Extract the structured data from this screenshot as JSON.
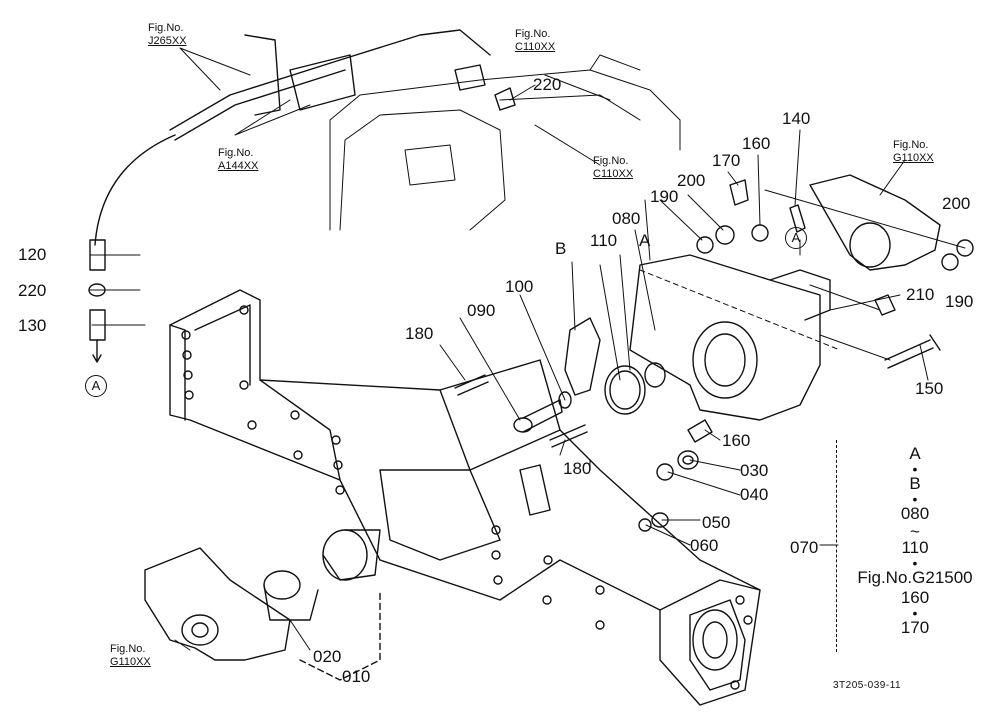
{
  "title": "",
  "parts": {
    "p010": "010",
    "p020": "020",
    "p030": "030",
    "p040": "040",
    "p050": "050",
    "p060": "060",
    "p070": "070",
    "p090": "090",
    "p100": "100",
    "p110": "110",
    "p080": "080",
    "p120": "120",
    "p130": "130",
    "p140": "140",
    "p150": "150",
    "p160a": "160",
    "p160b": "160",
    "p170": "170",
    "p180a": "180",
    "p180b": "180",
    "p190a": "190",
    "p190b": "190",
    "p200a": "200",
    "p200b": "200",
    "p210": "210",
    "p220a": "220",
    "p220b": "220"
  },
  "markers": {
    "a_left": "A",
    "a_mid": "A",
    "a_bracket": "A",
    "b_mid": "B"
  },
  "figrefs": {
    "j265": {
      "line1": "Fig.No.",
      "line2": "J265XX"
    },
    "c110a": {
      "line1": "Fig.No.",
      "line2": "C110XX"
    },
    "c110b": {
      "line1": "Fig.No.",
      "line2": "C110XX"
    },
    "a144": {
      "line1": "Fig.No.",
      "line2": "A144XX"
    },
    "g110a": {
      "line1": "Fig.No.",
      "line2": "G110XX"
    },
    "g110b": {
      "line1": "Fig.No.",
      "line2": "G110XX"
    }
  },
  "kit": {
    "label": "070",
    "items": [
      "A",
      "B",
      "080",
      "~",
      "110",
      "Fig.No.G21500",
      "160",
      "170"
    ]
  },
  "drawing_code": "3T205-039-11"
}
